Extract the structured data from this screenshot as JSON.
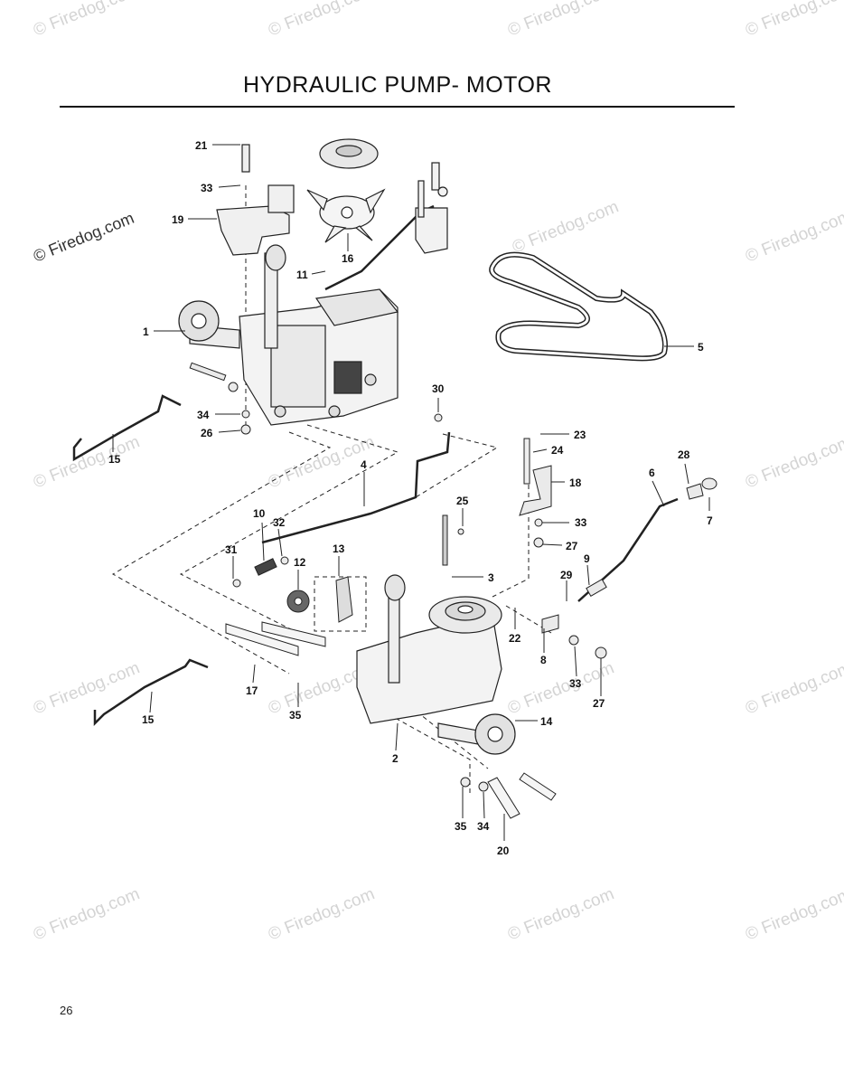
{
  "title": "HYDRAULIC PUMP- MOTOR",
  "page_number": "26",
  "watermark": {
    "text": "© Firedog.com",
    "color": "#d4d4d4"
  },
  "callouts": [
    {
      "label": "21"
    },
    {
      "label": "33"
    },
    {
      "label": "19"
    },
    {
      "label": "16"
    },
    {
      "label": "11"
    },
    {
      "label": "1"
    },
    {
      "label": "5"
    },
    {
      "label": "34"
    },
    {
      "label": "26"
    },
    {
      "label": "15"
    },
    {
      "label": "30"
    },
    {
      "label": "23"
    },
    {
      "label": "24"
    },
    {
      "label": "18"
    },
    {
      "label": "28"
    },
    {
      "label": "6"
    },
    {
      "label": "7"
    },
    {
      "label": "4"
    },
    {
      "label": "25"
    },
    {
      "label": "10"
    },
    {
      "label": "32"
    },
    {
      "label": "33"
    },
    {
      "label": "27"
    },
    {
      "label": "31"
    },
    {
      "label": "12"
    },
    {
      "label": "13"
    },
    {
      "label": "3"
    },
    {
      "label": "9"
    },
    {
      "label": "29"
    },
    {
      "label": "22"
    },
    {
      "label": "8"
    },
    {
      "label": "33"
    },
    {
      "label": "27"
    },
    {
      "label": "17"
    },
    {
      "label": "35"
    },
    {
      "label": "15"
    },
    {
      "label": "14"
    },
    {
      "label": "2"
    },
    {
      "label": "35"
    },
    {
      "label": "34"
    },
    {
      "label": "20"
    }
  ]
}
